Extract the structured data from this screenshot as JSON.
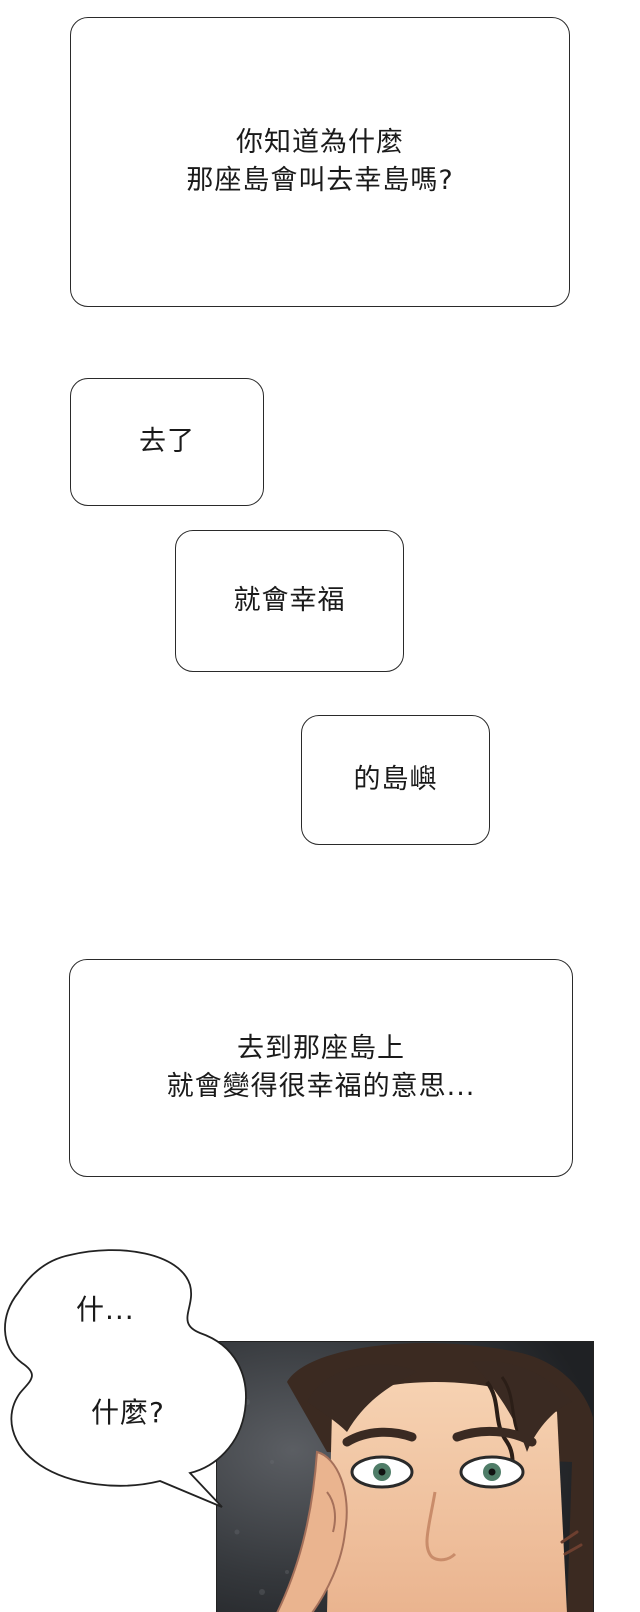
{
  "captions": {
    "c1": {
      "lines": [
        "你知道為什麼",
        "那座島會叫去幸島嗎?"
      ]
    },
    "c2": {
      "text": "去了"
    },
    "c3": {
      "text": "就會幸福"
    },
    "c4": {
      "text": "的島嶼"
    },
    "c5": {
      "lines": [
        "去到那座島上",
        "就會變得很幸福的意思..."
      ]
    }
  },
  "speech_bubble": {
    "line1": "什...",
    "line2": "什麼?"
  },
  "colors": {
    "border": "#2a2a2a",
    "skin": "#f2c6a0",
    "hair": "#3a2a22",
    "iris": "#4f7d68",
    "background_panel": "#3c3f44"
  },
  "icons": {
    "panel_art": "surprised-man-face-illustration"
  }
}
